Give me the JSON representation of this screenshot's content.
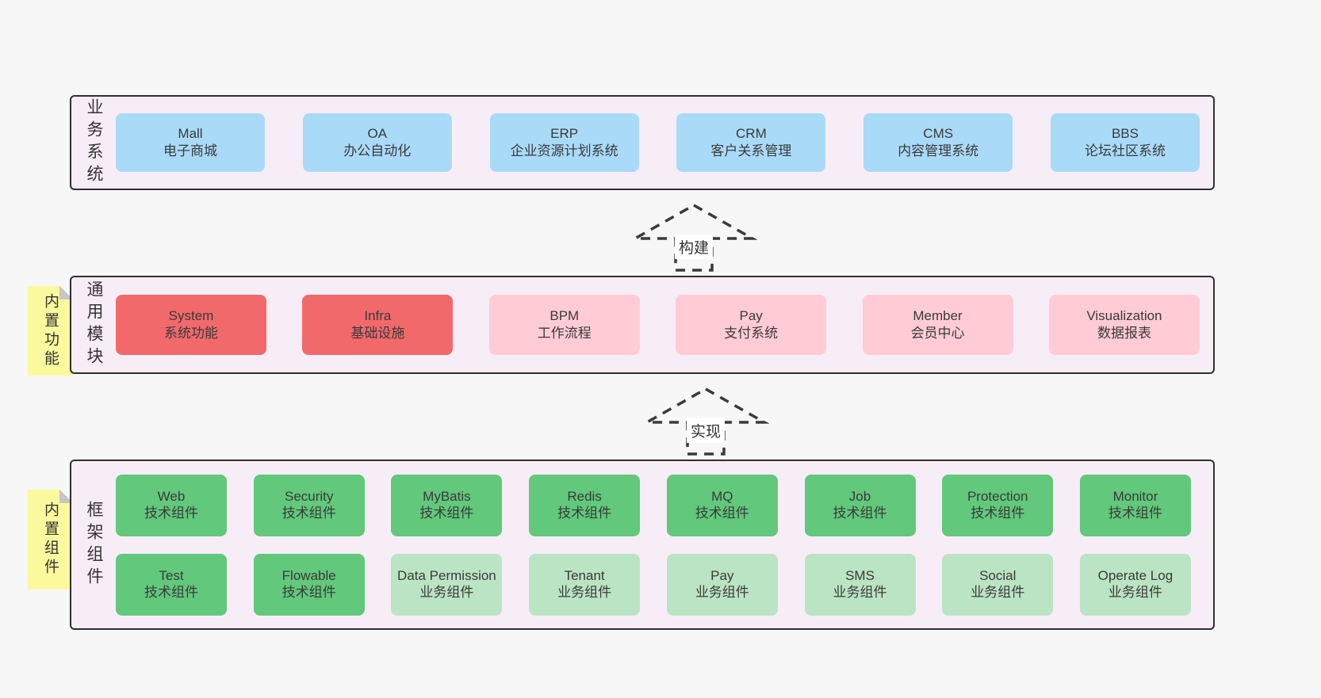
{
  "palette": {
    "bg": "#f7f7f7",
    "containerBg": "#f7edf6",
    "containerBorder": "#2f2f2f",
    "blue": "#a9daf8",
    "red": "#f2696b",
    "pink": "#ffccd5",
    "green": "#62c87b",
    "lightGreen": "#bbe4c4",
    "note": "#fbf99d",
    "fold": "#c6c6c6",
    "text": "#3a3a3a"
  },
  "arrows": [
    {
      "label": "构建"
    },
    {
      "label": "实现"
    }
  ],
  "layers": [
    {
      "label": "业务系统",
      "boxes": [
        {
          "en": "Mall",
          "cn": "电子商城"
        },
        {
          "en": "OA",
          "cn": "办公自动化"
        },
        {
          "en": "ERP",
          "cn": "企业资源计划系统"
        },
        {
          "en": "CRM",
          "cn": "客户关系管理"
        },
        {
          "en": "CMS",
          "cn": "内容管理系统"
        },
        {
          "en": "BBS",
          "cn": "论坛社区系统"
        }
      ]
    },
    {
      "label": "通用模块",
      "note": "内置功能",
      "boxes": [
        {
          "en": "System",
          "cn": "系统功能"
        },
        {
          "en": "Infra",
          "cn": "基础设施"
        },
        {
          "en": "BPM",
          "cn": "工作流程"
        },
        {
          "en": "Pay",
          "cn": "支付系统"
        },
        {
          "en": "Member",
          "cn": "会员中心"
        },
        {
          "en": "Visualization",
          "cn": "数据报表"
        }
      ]
    },
    {
      "label": "框架组件",
      "note": "内置组件",
      "rows": [
        [
          {
            "en": "Web",
            "cn": "技术组件"
          },
          {
            "en": "Security",
            "cn": "技术组件"
          },
          {
            "en": "MyBatis",
            "cn": "技术组件"
          },
          {
            "en": "Redis",
            "cn": "技术组件"
          },
          {
            "en": "MQ",
            "cn": "技术组件"
          },
          {
            "en": "Job",
            "cn": "技术组件"
          },
          {
            "en": "Protection",
            "cn": "技术组件"
          },
          {
            "en": "Monitor",
            "cn": "技术组件"
          }
        ],
        [
          {
            "en": "Test",
            "cn": "技术组件"
          },
          {
            "en": "Flowable",
            "cn": "技术组件"
          },
          {
            "en": "Data Permission",
            "cn": "业务组件"
          },
          {
            "en": "Tenant",
            "cn": "业务组件"
          },
          {
            "en": "Pay",
            "cn": "业务组件"
          },
          {
            "en": "SMS",
            "cn": "业务组件"
          },
          {
            "en": "Social",
            "cn": "业务组件"
          },
          {
            "en": "Operate Log",
            "cn": "业务组件"
          }
        ]
      ]
    }
  ]
}
